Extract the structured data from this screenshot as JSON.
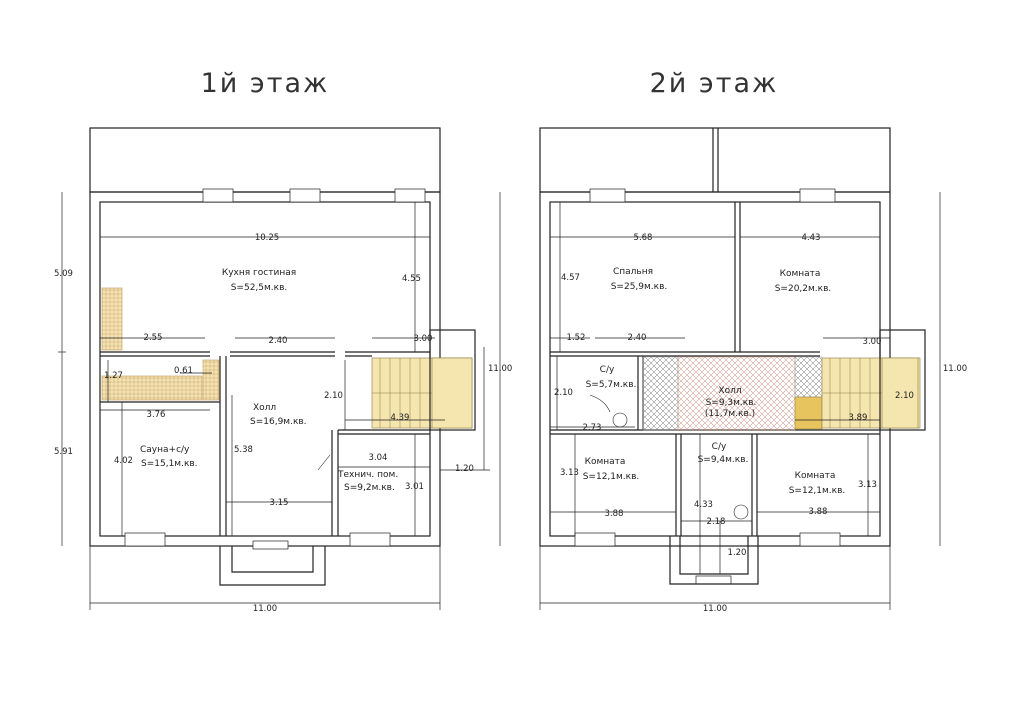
{
  "floor1": {
    "title": "1й этаж",
    "rooms": [
      {
        "name": "Кухня гостиная",
        "area": "S=52,5м.кв."
      },
      {
        "name": "Холл",
        "area": "S=16,9м.кв."
      },
      {
        "name": "Сауна+с/у",
        "area": "S=15,1м.кв."
      },
      {
        "name": "Технич. пом.",
        "area": "S=9,2м.кв."
      }
    ],
    "dims": {
      "top_width": "10.25",
      "kitchen_h": "4.55",
      "left_upper": "5.09",
      "left_lower": "5.91",
      "d255": "2.55",
      "d240": "2.40",
      "d300": "3.00",
      "d127": "1.27",
      "d061": "0.61",
      "d210": "2.10",
      "d439": "4.39",
      "d376": "3.76",
      "d538": "5.38",
      "d304": "3.04",
      "d402": "4.02",
      "d315": "3.15",
      "d301": "3.01",
      "right_total": "11.00",
      "d120": "1.20",
      "bottom_total": "11.00"
    }
  },
  "floor2": {
    "title": "2й этаж",
    "rooms": [
      {
        "name": "Спальня",
        "area": "S=25,9м.кв."
      },
      {
        "name": "Комната",
        "area": "S=20,2м.кв."
      },
      {
        "name": "С/у",
        "area": "S=5,7м.кв."
      },
      {
        "name": "Холл",
        "area": "S=9,3м.кв.",
        "extra": "(11,7м.кв.)"
      },
      {
        "name": "Комната",
        "area": "S=12,1м.кв."
      },
      {
        "name": "С/у",
        "area": "S=9,4м.кв."
      },
      {
        "name": "Комната",
        "area": "S=12,1м.кв."
      }
    ],
    "dims": {
      "d568": "5.68",
      "d443": "4.43",
      "d457": "4.57",
      "d152": "1.52",
      "d240": "2.40",
      "d300": "3.00",
      "d273": "2.73",
      "d210a": "2.10",
      "d210b": "2.10",
      "d389": "3.89",
      "d313a": "3.13",
      "d313b": "3.13",
      "d433": "4.33",
      "d218": "2.18",
      "d388a": "3.88",
      "d388b": "3.88",
      "d120": "1.20",
      "right_total": "11.00",
      "bottom_total": "11.00"
    }
  }
}
